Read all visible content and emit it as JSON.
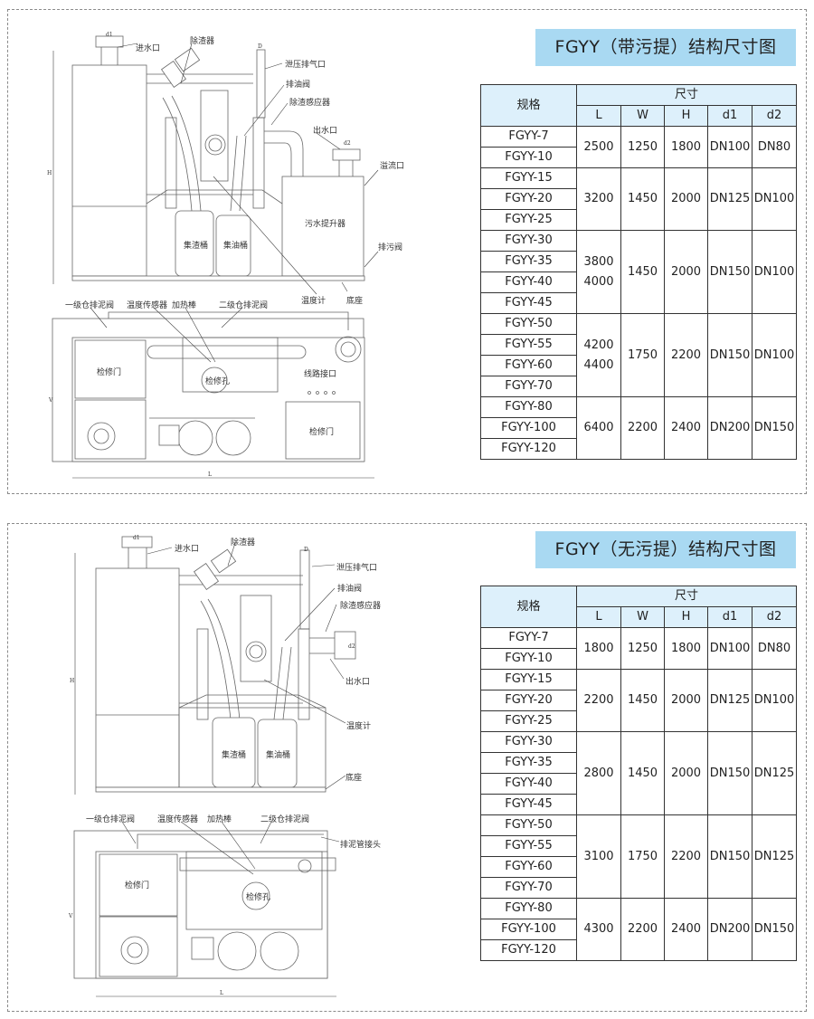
{
  "section1": {
    "title": "FGYY（带污提）结构尺寸图",
    "drawing": {
      "elevation_labels": {
        "inlet": "进水口",
        "slag_remover": "除渣器",
        "vent": "泄压排气口",
        "oil_valve": "排油阀",
        "slag_sensor": "除渣感应器",
        "outlet": "出水口",
        "overflow": "溢流口",
        "lifter": "污水提升器",
        "drain_valve": "排污阀",
        "slag_bucket": "集渣桶",
        "oil_bucket": "集油桶",
        "thermometer": "温度计",
        "base": "底座",
        "h": "H",
        "d1": "d1",
        "d2": "d2",
        "d": "D"
      },
      "plan_labels": {
        "valve1": "一级仓排泥阀",
        "temp_sensor": "温度传感器",
        "heater": "加热棒",
        "valve2": "二级仓排泥阀",
        "door1": "检修门",
        "hole": "检修孔",
        "wiring": "线路接口",
        "door2": "检修门",
        "v": "V",
        "l": "L"
      }
    },
    "table": {
      "header_spec": "规格",
      "header_size": "尺寸",
      "columns": [
        "L",
        "W",
        "H",
        "d1",
        "d2"
      ],
      "groups": [
        {
          "models": [
            "FGYY-7",
            "FGYY-10"
          ],
          "L": [
            "2500"
          ],
          "W": "1250",
          "H": "1800",
          "d1": "DN100",
          "d2": "DN80"
        },
        {
          "models": [
            "FGYY-15",
            "FGYY-20",
            "FGYY-25"
          ],
          "L": [
            "3200"
          ],
          "W": "1450",
          "H": "2000",
          "d1": "DN125",
          "d2": "DN100"
        },
        {
          "models": [
            "FGYY-30",
            "FGYY-35",
            "FGYY-40",
            "FGYY-45"
          ],
          "L": [
            "3800",
            "4000"
          ],
          "W": "1450",
          "H": "2000",
          "d1": "DN150",
          "d2": "DN100"
        },
        {
          "models": [
            "FGYY-50",
            "FGYY-55",
            "FGYY-60",
            "FGYY-70"
          ],
          "L": [
            "4200",
            "4400"
          ],
          "W": "1750",
          "H": "2200",
          "d1": "DN150",
          "d2": "DN100"
        },
        {
          "models": [
            "FGYY-80",
            "FGYY-100",
            "FGYY-120"
          ],
          "L": [
            "6400"
          ],
          "W": "2200",
          "H": "2400",
          "d1": "DN200",
          "d2": "DN150"
        }
      ]
    }
  },
  "section2": {
    "title": "FGYY（无污提）结构尺寸图",
    "drawing": {
      "elevation_labels": {
        "inlet": "进水口",
        "slag_remover": "除渣器",
        "vent": "泄压排气口",
        "oil_valve": "排油阀",
        "slag_sensor": "除渣感应器",
        "outlet": "出水口",
        "thermometer": "温度计",
        "base": "底座",
        "slag_bucket": "集渣桶",
        "oil_bucket": "集油桶",
        "h": "H",
        "d1": "d1",
        "d2": "d2",
        "d": "D"
      },
      "plan_labels": {
        "valve1": "一级仓排泥阀",
        "temp_sensor": "温度传感器",
        "heater": "加热棒",
        "valve2": "二级仓排泥阀",
        "sludge_joint": "排泥管接头",
        "door1": "检修门",
        "hole": "检修孔",
        "v": "V",
        "l": "L"
      }
    },
    "table": {
      "header_spec": "规格",
      "header_size": "尺寸",
      "columns": [
        "L",
        "W",
        "H",
        "d1",
        "d2"
      ],
      "groups": [
        {
          "models": [
            "FGYY-7",
            "FGYY-10"
          ],
          "L": [
            "1800"
          ],
          "W": "1250",
          "H": "1800",
          "d1": "DN100",
          "d2": "DN80"
        },
        {
          "models": [
            "FGYY-15",
            "FGYY-20",
            "FGYY-25"
          ],
          "L": [
            "2200"
          ],
          "W": "1450",
          "H": "2000",
          "d1": "DN125",
          "d2": "DN100"
        },
        {
          "models": [
            "FGYY-30",
            "FGYY-35",
            "FGYY-40",
            "FGYY-45"
          ],
          "L": [
            "2800"
          ],
          "W": "1450",
          "H": "2000",
          "d1": "DN150",
          "d2": "DN125"
        },
        {
          "models": [
            "FGYY-50",
            "FGYY-55",
            "FGYY-60",
            "FGYY-70"
          ],
          "L": [
            "3100"
          ],
          "W": "1750",
          "H": "2200",
          "d1": "DN150",
          "d2": "DN125"
        },
        {
          "models": [
            "FGYY-80",
            "FGYY-100",
            "FGYY-120"
          ],
          "L": [
            "4300"
          ],
          "W": "2200",
          "H": "2400",
          "d1": "DN200",
          "d2": "DN150"
        }
      ]
    }
  }
}
